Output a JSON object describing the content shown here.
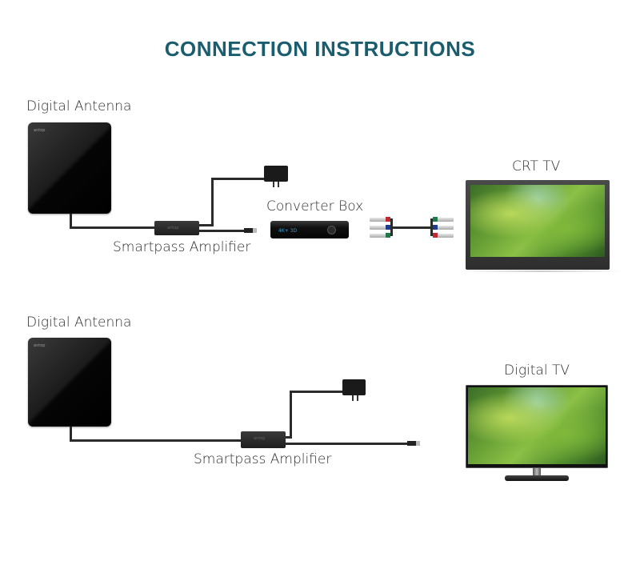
{
  "title": "CONNECTION INSTRUCTIONS",
  "colors": {
    "title": "#1a5d6e",
    "cable": "#2b2b2b",
    "rca_red": "#c0282d",
    "rca_blue": "#1e3c8c",
    "rca_green": "#1f7a4a"
  },
  "diagram1": {
    "antenna_label": "Digital Antenna",
    "amplifier_label": "Smartpass Amplifier",
    "converter_label": "Converter Box",
    "converter_display": "4K+ 3D",
    "tv_label": "CRT TV",
    "brand_mark": "antop"
  },
  "diagram2": {
    "antenna_label": "Digital Antenna",
    "amplifier_label": "Smartpass Amplifier",
    "tv_label": "Digital TV",
    "brand_mark": "antop"
  }
}
